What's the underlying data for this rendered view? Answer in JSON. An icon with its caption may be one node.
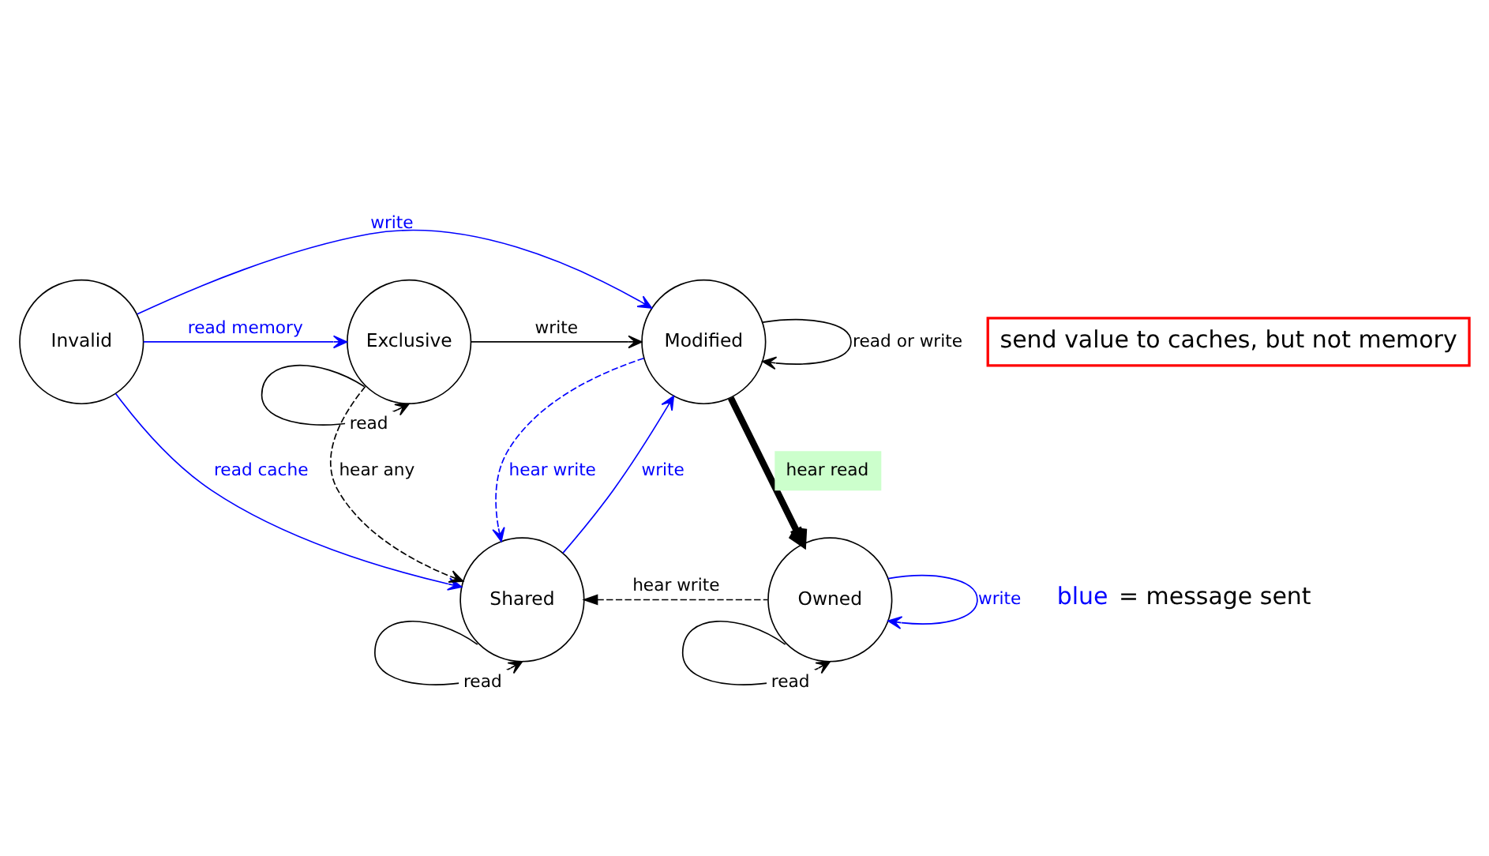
{
  "diagram": {
    "nodes": [
      {
        "text": [
          "Invalid"
        ]
      },
      {
        "text": [
          "Exclusive"
        ]
      },
      {
        "text": [
          "Modified"
        ]
      },
      {
        "text": [
          "Shared"
        ]
      },
      {
        "text": [
          "Owned"
        ]
      },
      {
        "text": [
          "send value to caches, but not memory"
        ]
      }
    ],
    "edges": [
      {
        "from": 0,
        "to": 2,
        "arrow": "to",
        "label": "write",
        "color": "#0000ff"
      },
      {
        "from": 0,
        "to": 1,
        "arrow": "to",
        "label": "read memory",
        "color": "#0000ff"
      },
      {
        "from": 0,
        "to": 3,
        "arrow": "to",
        "label": "read cache",
        "color": "#0000ff"
      },
      {
        "from": 1,
        "to": 1,
        "arrow": "to",
        "label": "read"
      },
      {
        "from": 1,
        "to": 2,
        "arrow": "to",
        "label": "write"
      },
      {
        "from": 2,
        "to": 2,
        "arrow": "to",
        "label": "read or write"
      },
      {
        "from": 1,
        "to": 3,
        "arrow": "to",
        "label": "hear any",
        "style": "dashed"
      },
      {
        "from": 2,
        "to": 3,
        "arrow": "to",
        "label": "hear write",
        "style": "dashed",
        "color": "#0000ff"
      },
      {
        "from": 3,
        "to": 2,
        "arrow": "to",
        "label": "write",
        "color": "#0000ff"
      },
      {
        "from": 2,
        "to": 4,
        "arrow": "to",
        "label": "hear read",
        "style": "thick"
      },
      {
        "from": 4,
        "to": 3,
        "arrow": "to",
        "label": "hear write",
        "style": "dashed"
      },
      {
        "from": 4,
        "to": 4,
        "arrow": "to",
        "label": "write",
        "color": "#0000ff"
      },
      {
        "from": 3,
        "to": 3,
        "arrow": "to",
        "label": "read"
      },
      {
        "from": 4,
        "to": 4,
        "arrow": "to",
        "label": "read"
      }
    ],
    "labels": [
      "blue",
      "= message sent"
    ]
  }
}
